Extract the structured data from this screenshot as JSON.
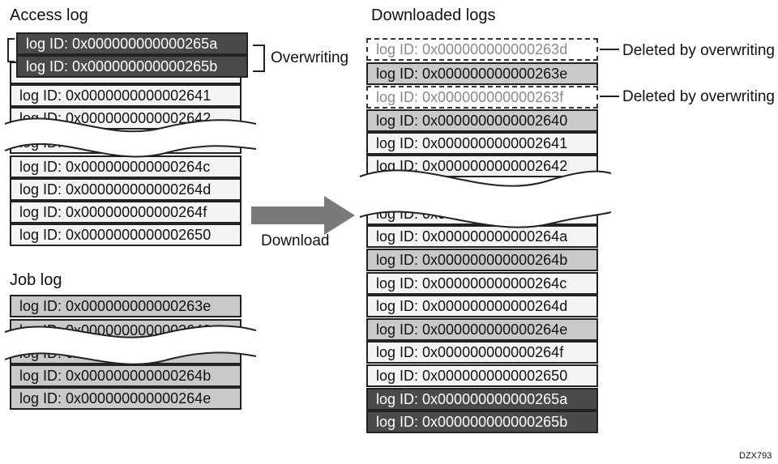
{
  "access_log": {
    "title": "Access log",
    "overwrite_entries": [
      "log ID: 0x000000000000265a",
      "log ID: 0x000000000000265b"
    ],
    "entries": [
      "log ID: 0x0000000000002641",
      "log ID: 0x0000000000002642",
      "log ID: 0x000000000000264c",
      "log ID: 0x000000000000264d",
      "log ID: 0x000000000000264f",
      "log ID: 0x0000000000002650"
    ],
    "partial_entry": "log ID: 0x0000",
    "overwriting_label": "Overwriting"
  },
  "job_log": {
    "title": "Job log",
    "entries": [
      "log ID: 0x000000000000263e",
      "log ID: 0x0000000000002640",
      "log ID: 0x000000000000264b",
      "log ID: 0x000000000000264e"
    ],
    "partial_entry": "log ID: 0x0000"
  },
  "download": {
    "label": "Download"
  },
  "downloaded_logs": {
    "title": "Downloaded logs",
    "deleted_label": "Deleted by overwriting",
    "top_entries": [
      "log ID: 0x000000000000263d",
      "log ID: 0x000000000000263e",
      "log ID: 0x000000000000263f",
      "log ID: 0x0000000000002640",
      "log ID: 0x0000000000002641",
      "log ID: 0x0000000000002642"
    ],
    "partial_entry": "log ID: 0x0000",
    "bottom_entries": [
      "log ID: 0x000000000000264a",
      "log ID: 0x000000000000264b",
      "log ID: 0x000000000000264c",
      "log ID: 0x000000000000264d",
      "log ID: 0x000000000000264e",
      "log ID: 0x000000000000264f",
      "log ID: 0x0000000000002650",
      "log ID: 0x000000000000265a",
      "log ID: 0x000000000000265b"
    ]
  },
  "figure_code": "DZX793"
}
